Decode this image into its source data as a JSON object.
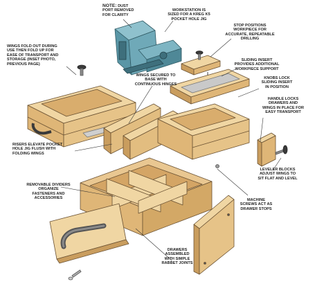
{
  "callouts": {
    "note_head": "NOTE:",
    "note_body": "DUST\nPORT REMOVED\nFOR CLARITY",
    "workstation": "WORKSTATION IS\nSIZED FOR A KREG K5\nPOCKET HOLE JIG",
    "stop_positions": "STOP POSITIONS\nWORKPIECE FOR\nACCURATE, REPEATABLE\nDRILLING",
    "wings_fold": "WINGS FOLD OUT DURING\nUSE THEN FOLD UP FOR\nEASE OF TRANSPORT AND\nSTORAGE (INSET PHOTO,\nPREVIOUS PAGE)",
    "sliding_insert": "SLIDING INSERT\nPROVIDES ADDITIONAL\nWORKPIECE SUPPORT",
    "wings_secured": "WINGS SECURED TO\nBASE WITH\nCONTINUOUS HINGES",
    "knobs_lock": "KNOBS LOCK\nSLIDING INSERT\nIN POSITION",
    "handle_locks": "HANDLE LOCKS\nDRAWERS AND\nWINGS IN PLACE FOR\nEASY TRANSPORT",
    "risers": "RISERS ELEVATE POCKET\nHOLE JIG FLUSH WITH\nFOLDING WINGS",
    "leveler": "LEVELER BLOCKS\nADJUST WINGS TO\nSIT FLAT AND LEVEL",
    "dividers": "REMOVABLE DIVIDERS\nORGANIZE\nFASTENERS AND\nACCESSORIES",
    "machine_screws": "MACHINE\nSCREWS ACT AS\nDRAWER STOPS",
    "drawers": "DRAWERS\nASSEMBLED\nWITH SIMPLE\nRABBET JOINTS"
  },
  "colors": {
    "wood_light": "#f0d6a3",
    "wood_mid": "#dfb677",
    "wood_dark": "#b98a4d",
    "outline": "#6b5233",
    "jig_blue": "#6fa9b8",
    "jig_dark": "#3e6f7c",
    "knob": "#3a3a3a",
    "leader": "#333333"
  }
}
